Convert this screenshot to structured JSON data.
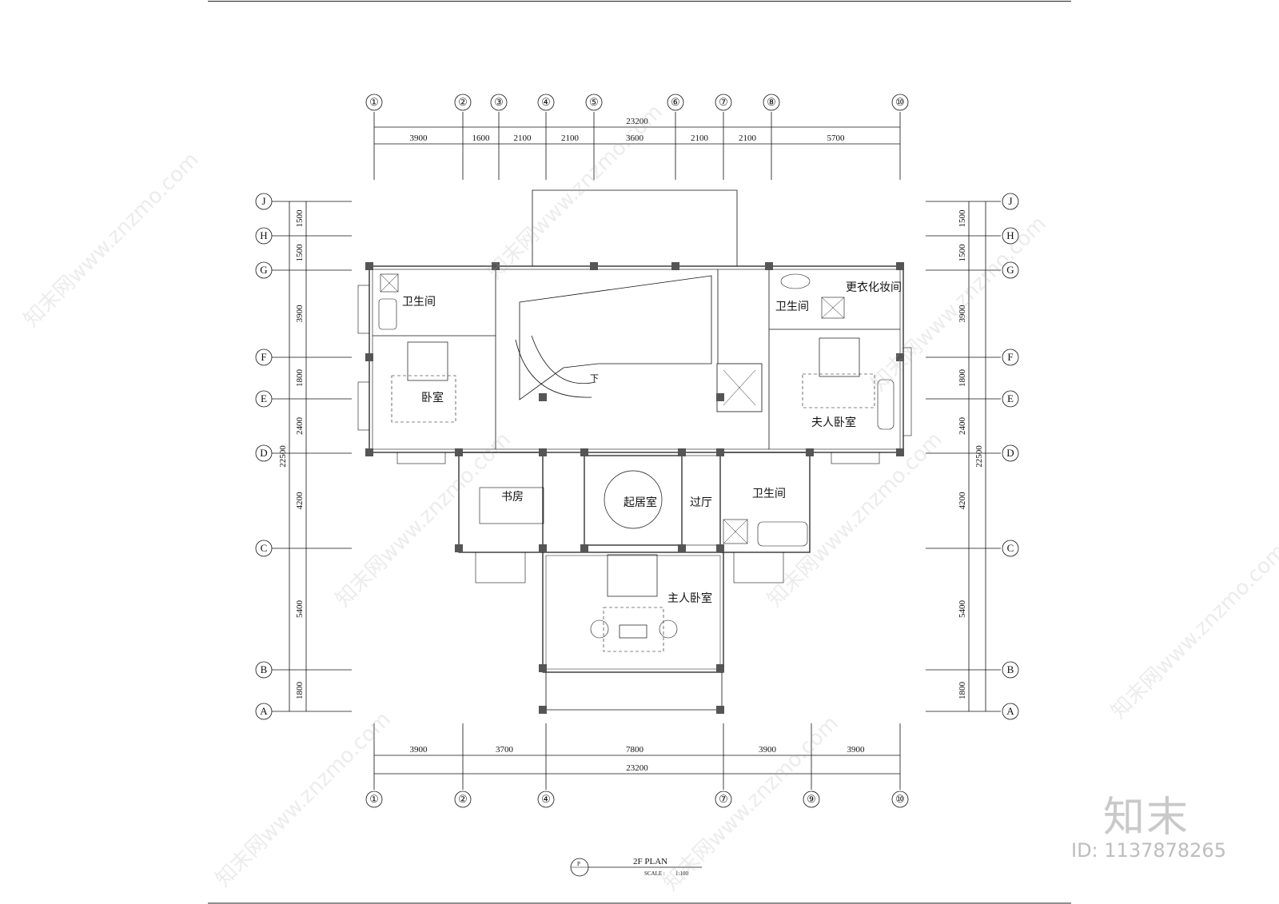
{
  "plan": {
    "top_grid_labels": [
      "①",
      "②",
      "③",
      "④",
      "⑤",
      "⑥",
      "⑦",
      "⑧",
      "⑩"
    ],
    "top_total": "23200",
    "top_dims": [
      "3900",
      "1600",
      "2100",
      "2100",
      "3600",
      "2100",
      "2100",
      "5700"
    ],
    "bottom_grid_labels": [
      "①",
      "②",
      "④",
      "⑦",
      "⑨",
      "⑩"
    ],
    "bottom_total": "23200",
    "bottom_dims": [
      "3900",
      "3700",
      "7800",
      "3900",
      "3900"
    ],
    "row_labels": [
      "J",
      "H",
      "G",
      "F",
      "E",
      "D",
      "C",
      "B",
      "A"
    ],
    "left_dims": [
      "1500",
      "1500",
      "3900",
      "1800",
      "2400",
      "4200",
      "5400",
      "1800"
    ],
    "left_total": "22500",
    "right_dims": [
      "1500",
      "1500",
      "3900",
      "1800",
      "2400",
      "4200",
      "5400",
      "1800"
    ],
    "right_total": "22500",
    "rooms": {
      "bath_left": "卫生间",
      "bedroom_left": "卧室",
      "bath_right": "卫生间",
      "dressing": "更衣化妆间",
      "madam_bedroom": "夫人卧室",
      "study": "书房",
      "living": "起居室",
      "hall": "过厅",
      "bath_center": "卫生间",
      "master_bedroom": "主人卧室",
      "stair_down": "下"
    },
    "title": "2F PLAN",
    "scale_label": "SCALE :",
    "scale_value": "1:100",
    "title_symbol": "P"
  },
  "watermark": {
    "brand": "知末",
    "id": "ID: 1137878265",
    "site": "知末网www.znzmo.com"
  }
}
